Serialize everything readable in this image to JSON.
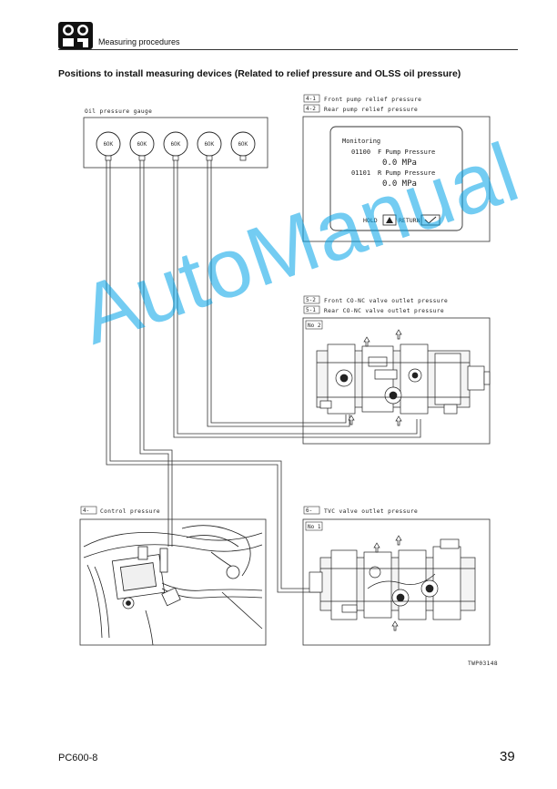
{
  "header": {
    "section": "Measuring procedures"
  },
  "title": "Positions to install measuring devices (Related to relief pressure and OLSS oil pressure)",
  "gauge_panel": {
    "label": "Oil pressure gauge",
    "gauges": [
      "60K",
      "60K",
      "60K",
      "60K",
      "60K"
    ]
  },
  "top_tags": [
    {
      "code": "4-1",
      "text": "Front pump relief pressure"
    },
    {
      "code": "4-2",
      "text": "Rear pump relief pressure"
    }
  ],
  "monitor": {
    "heading": "Monitoring",
    "items": [
      {
        "code": "01100",
        "name": "F Pump Pressure",
        "value": "0.0 MPa"
      },
      {
        "code": "01101",
        "name": "R Pump Pressure",
        "value": "0.0 MPa"
      }
    ],
    "hold": "HOLD",
    "return": "RETURN"
  },
  "mid_tags": [
    {
      "code": "5-2",
      "text": "Front CO-NC valve outlet pressure"
    },
    {
      "code": "5-1",
      "text": "Rear CO-NC valve outlet pressure"
    }
  ],
  "pump_upper": {
    "label": "No 2"
  },
  "control_tag": {
    "code": "4-",
    "text": "Control pressure"
  },
  "tvc_tag": {
    "code": "6-",
    "text": "TVC valve outlet pressure"
  },
  "pump_lower": {
    "label": "No 1"
  },
  "figure_id": "TWP03148",
  "watermark": "AutoManual",
  "footer": {
    "model": "PC600-8",
    "page": "39"
  }
}
